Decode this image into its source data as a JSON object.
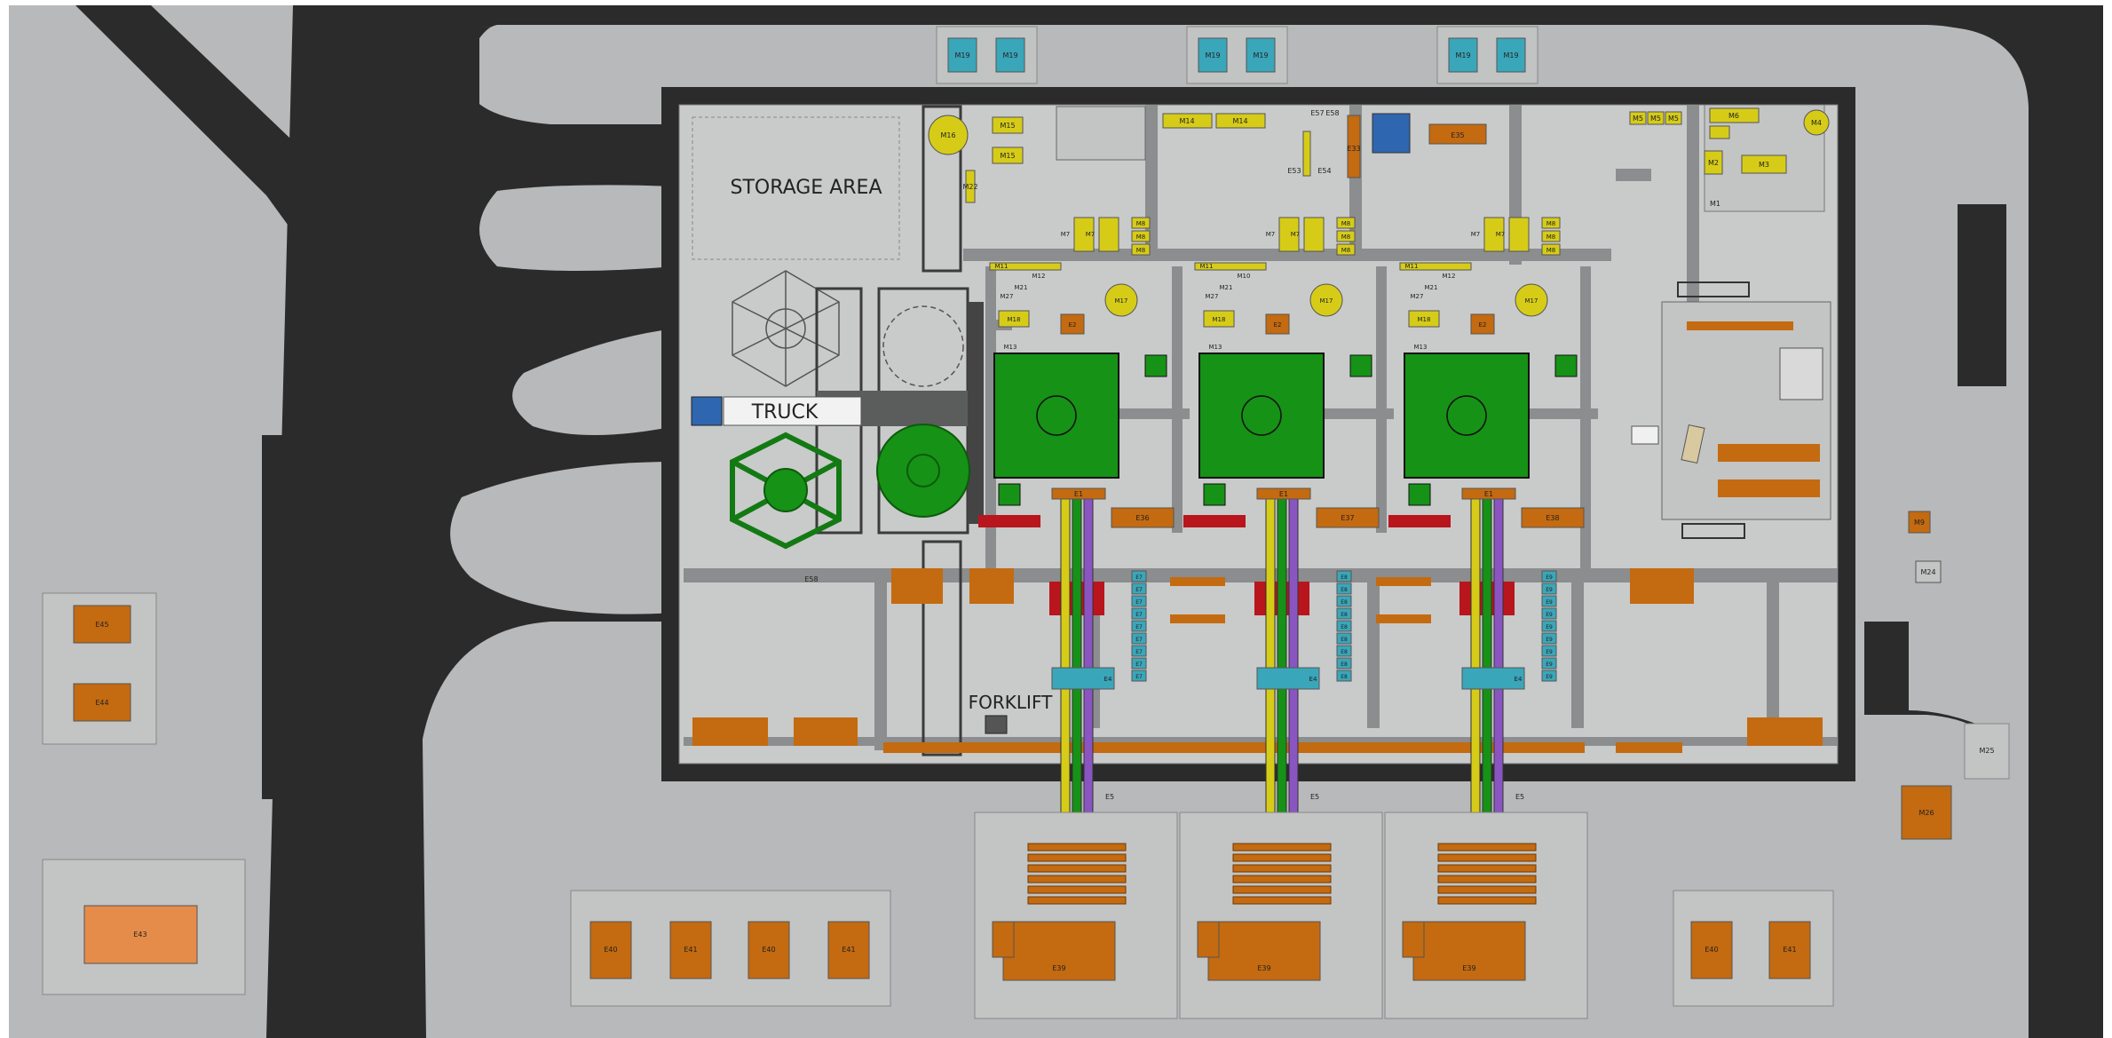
{
  "labels": {
    "storage_area": "STORAGE AREA",
    "truck": "TRUCK",
    "forklift": "FORKLIFT"
  },
  "colors": {
    "road": "#2b2b2b",
    "ground": "#b7b9ba",
    "building_floor": "#c9caca",
    "equipment_yellow": "#d6cc18",
    "equipment_orange": "#c46a10",
    "equipment_orange_light": "#e58c4a",
    "equipment_cyan": "#3aa6b9",
    "reactor_green": "#169216",
    "alarm_red": "#b8151c",
    "pipe_violet": "#8a55c0",
    "truck_blue": "#2f66b0"
  },
  "top_modules": [
    {
      "id": "gate-1",
      "tags": [
        "M19",
        "M19"
      ]
    },
    {
      "id": "gate-2",
      "tags": [
        "M19",
        "M19"
      ]
    },
    {
      "id": "gate-3",
      "tags": [
        "M19",
        "M19"
      ]
    }
  ],
  "units": [
    {
      "id": "unit-1",
      "reactor_tag": "E1",
      "left_tank": "E36",
      "column_tag": "E5",
      "bottom_tank": "E39",
      "pump_tag": "E4",
      "monitor_tags": [
        "E7",
        "E7",
        "E7",
        "E7",
        "E7",
        "E7",
        "E7",
        "E7",
        "E7"
      ],
      "tags_top": [
        "M7",
        "M7",
        "M8",
        "M8",
        "M8"
      ],
      "tags_mid": [
        "M11",
        "M12",
        "M17",
        "M18",
        "E2",
        "M13",
        "M21",
        "M27"
      ]
    },
    {
      "id": "unit-2",
      "reactor_tag": "E1",
      "left_tank": "E37",
      "column_tag": "E5",
      "bottom_tank": "E39",
      "pump_tag": "E4",
      "monitor_tags": [
        "E8",
        "E8",
        "E8",
        "E8",
        "E8",
        "E8",
        "E8",
        "E8",
        "E8"
      ],
      "tags_top": [
        "M7",
        "M7",
        "M8",
        "M8",
        "M8"
      ],
      "tags_mid": [
        "M11",
        "M10",
        "M17",
        "M18",
        "E2",
        "M13",
        "M21",
        "M27"
      ]
    },
    {
      "id": "unit-3",
      "reactor_tag": "E1",
      "left_tank": "E38",
      "column_tag": "E5",
      "bottom_tank": "E39",
      "pump_tag": "E4",
      "monitor_tags": [
        "E9",
        "E9",
        "E9",
        "E9",
        "E9",
        "E9",
        "E9",
        "E9",
        "E9"
      ],
      "tags_top": [
        "M7",
        "M7",
        "M8",
        "M8",
        "M8"
      ],
      "tags_mid": [
        "M11",
        "M12",
        "M17",
        "M18",
        "E2",
        "M13",
        "M21",
        "M27"
      ]
    }
  ],
  "upper_tags": {
    "m16": "M16",
    "m15a": "M15",
    "m15b": "M15",
    "m22": "M22",
    "m14a": "M14",
    "m14b": "M14",
    "e35": "E35",
    "e33": "E33",
    "e57": "E57",
    "e58": "E58",
    "e53": "E53",
    "e54": "E54",
    "m5a": "M5",
    "m5b": "M5",
    "m5c": "M5",
    "m6": "M6",
    "m4": "M4",
    "m2": "M2",
    "m3": "M3",
    "m1": "M1",
    "e58b": "E58"
  },
  "outside": {
    "left_yard": [
      "E45",
      "E44"
    ],
    "left_bottom": "E43",
    "bottom_left_row": [
      "E40",
      "E41",
      "E40",
      "E41"
    ],
    "bottom_right_row": [
      "E40",
      "E41"
    ],
    "right_tags": [
      "M9",
      "M24",
      "M25",
      "M26"
    ]
  }
}
